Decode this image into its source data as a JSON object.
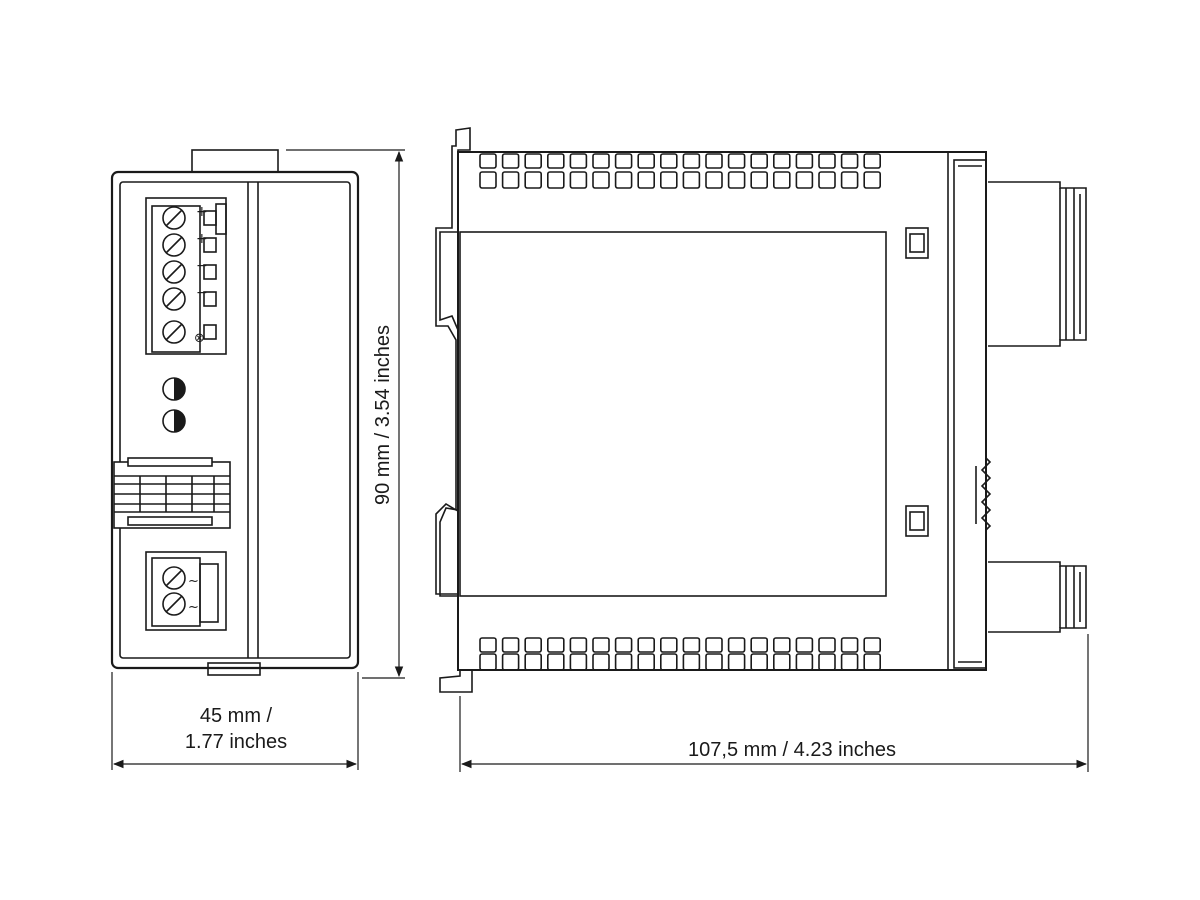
{
  "dimensions": {
    "width_line1": "45 mm /",
    "width_line2": "1.77 inches",
    "height": "90 mm / 3.54 inches",
    "depth": "107,5 mm / 4.23 inches"
  },
  "terminals": {
    "top_marks": [
      "+",
      "+",
      "−",
      "−",
      "⊗"
    ],
    "bottom_marks": [
      "~",
      "~"
    ]
  }
}
